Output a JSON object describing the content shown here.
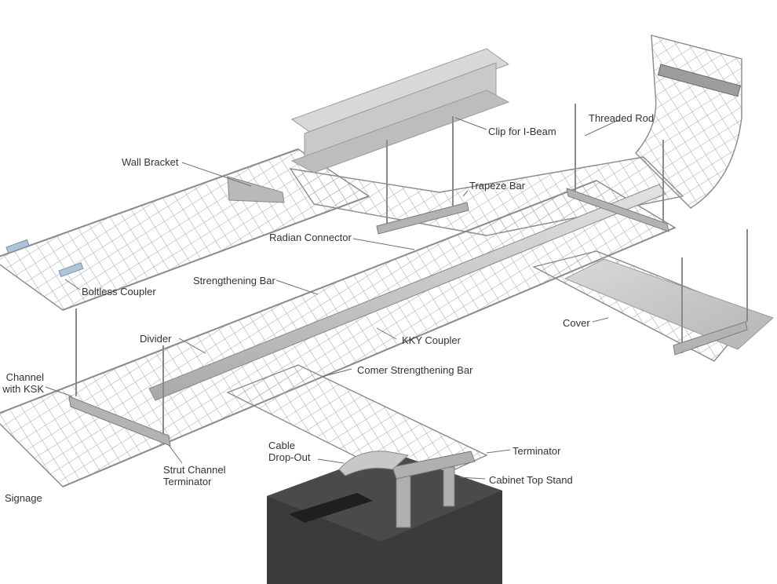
{
  "colors": {
    "wire": "#9a9a9a",
    "wire_dark": "#6e6e6e",
    "steel": "#c4c4c4",
    "steel_dark": "#8c8c8c",
    "cabinet": "#333333",
    "cabinet_top": "#444444",
    "leader": "#707070",
    "text": "#333333"
  },
  "labels": {
    "clip_for_ibeam": "Clip for I-Beam",
    "threaded_rod": "Threaded Rod",
    "wall_bracket": "Wall Bracket",
    "trapeze_bar": "Trapeze Bar",
    "radian_connector": "Radian Connector",
    "boltless_coupler": "Boltless Coupler",
    "strengthening_bar": "Strengthening Bar",
    "cover": "Cover",
    "divider": "Divider",
    "kky_coupler": "KKY Coupler",
    "channel_with_ksk": "Channel\nwith KSK",
    "corner_strengthening_bar": "Comer Strengthening Bar",
    "cable_drop_out": "Cable\nDrop-Out",
    "terminator": "Terminator",
    "strut_channel_terminator": "Strut Channel\nTerminator",
    "cabinet_top_stand": "Cabinet Top Stand",
    "signage": "Signage"
  }
}
